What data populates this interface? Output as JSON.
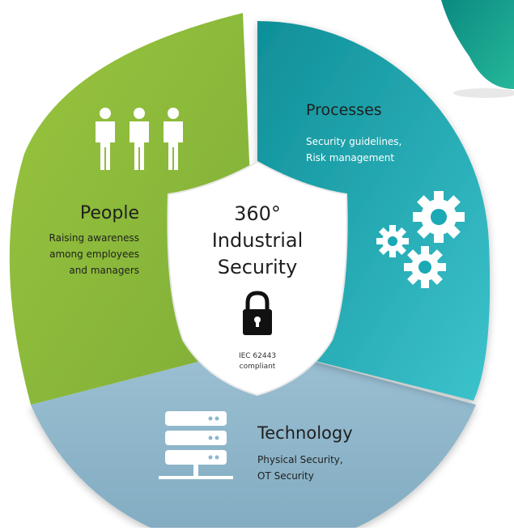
{
  "center": {
    "title_line1": "360°",
    "title_line2": "Industrial",
    "title_line3": "Security",
    "badge_line1": "IEC 62443",
    "badge_line2": "compliant"
  },
  "segments": {
    "people": {
      "heading": "People",
      "desc_line1": "Raising awareness",
      "desc_line2": "among employees",
      "desc_line3": "and managers",
      "icon": "people-group-icon",
      "color": "#8cba3a"
    },
    "processes": {
      "heading": "Processes",
      "desc_line1": "Security guidelines,",
      "desc_line2": "Risk management",
      "icon": "gears-icon",
      "color": "#1aa9b5"
    },
    "technology": {
      "heading": "Technology",
      "desc_line1": "Physical Security,",
      "desc_line2": "OT Security",
      "icon": "server-network-icon",
      "color": "#8fb7cc"
    }
  },
  "colors": {
    "shield": "#ffffff",
    "text_dark": "#1f1f1f",
    "text_white": "#ffffff"
  }
}
